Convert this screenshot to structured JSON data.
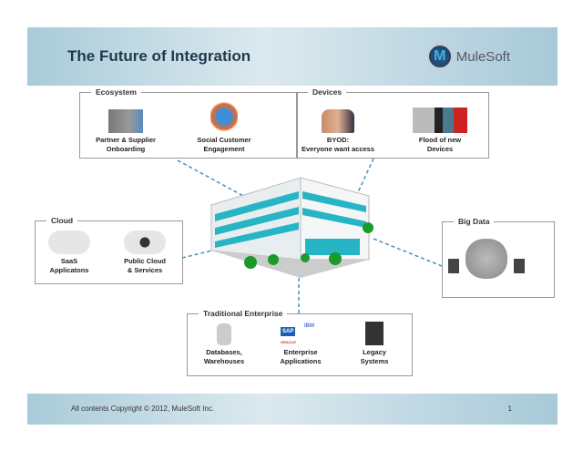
{
  "header": {
    "title": "The Future of Integration",
    "logo": "MuleSoft"
  },
  "ecosystem": {
    "title": "Ecosystem",
    "items": [
      "Partner & Supplier\nOnboarding",
      "Social Customer\nEngagement"
    ]
  },
  "devices": {
    "title": "Devices",
    "items": [
      "BYOD:\nEveryone want access",
      "Flood of new\nDevices"
    ]
  },
  "cloud": {
    "title": "Cloud",
    "items": [
      "SaaS\nApplicatons",
      "Public Cloud\n& Services"
    ]
  },
  "bigdata": {
    "title": "Big Data"
  },
  "enterprise": {
    "title": "Traditional Enterprise",
    "items": [
      "Databases,\nWarehouses",
      "Enterprise\nApplications",
      "Legacy\nSystems"
    ],
    "logos": [
      "SAP",
      "IBM",
      "ORACLE"
    ]
  },
  "footer": {
    "copyright": "All contents Copyright © 2012, MuleSoft Inc.",
    "page": "1"
  }
}
